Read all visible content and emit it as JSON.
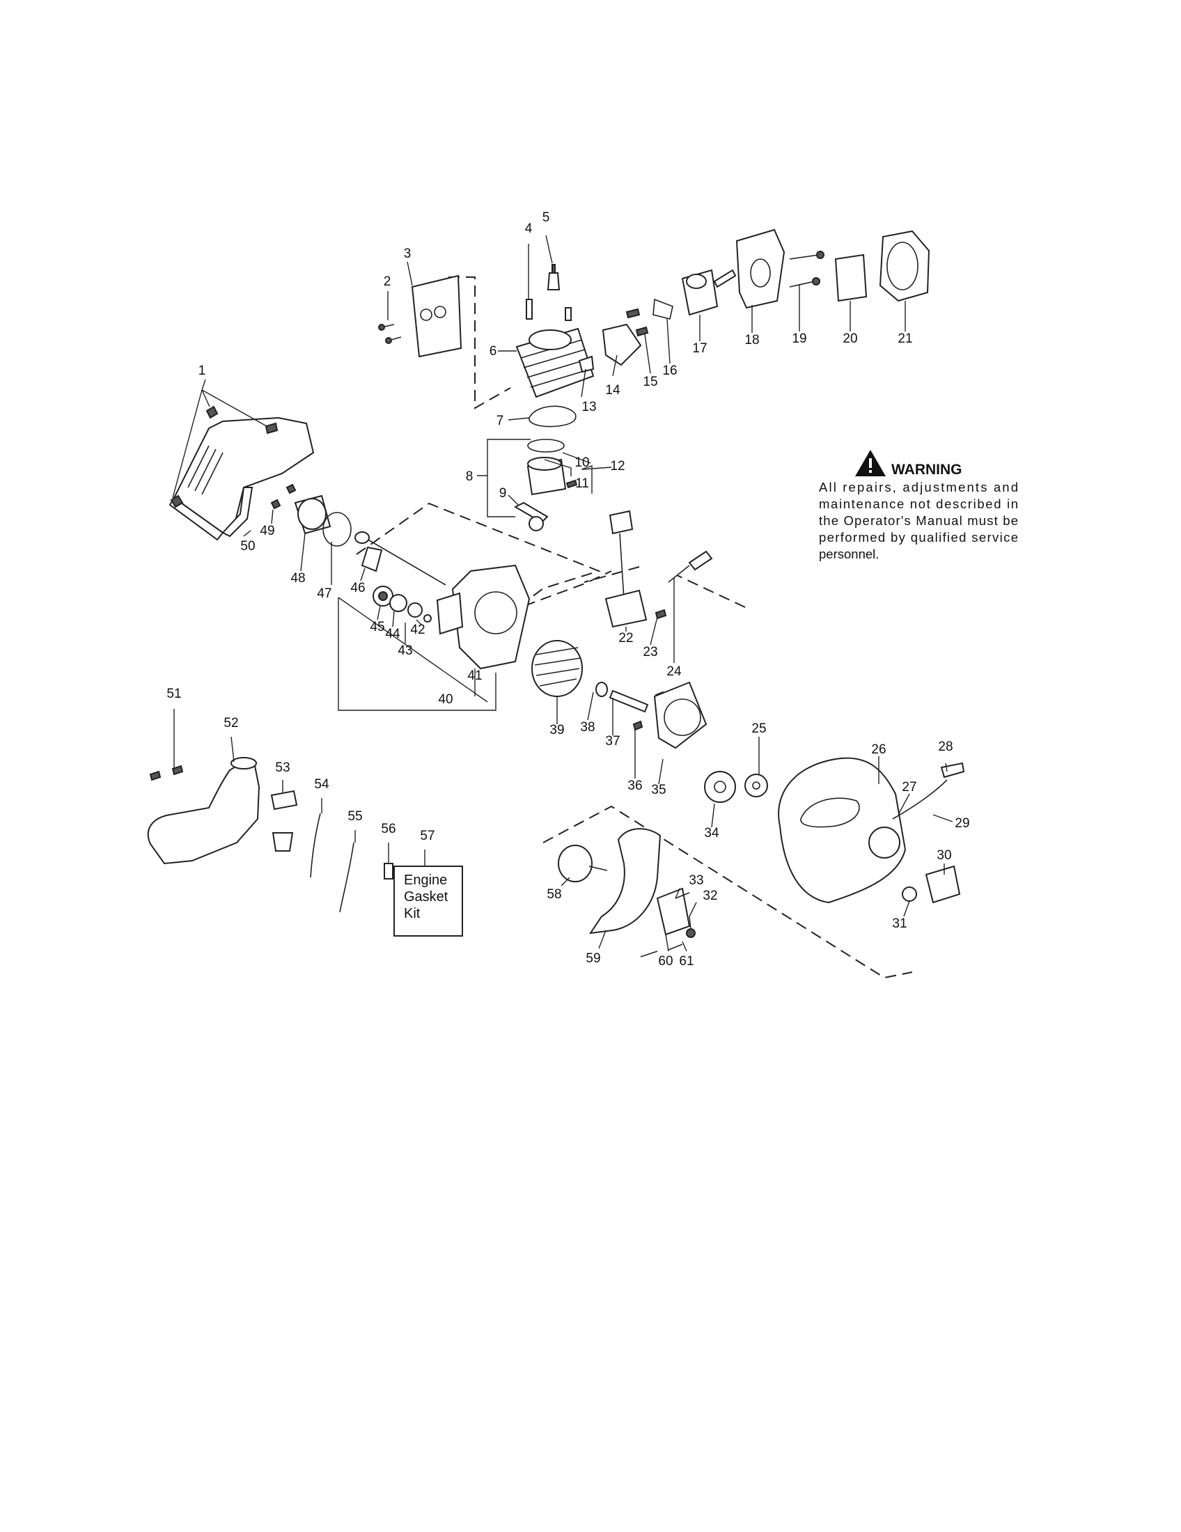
{
  "warning": {
    "title": "WARNING",
    "lines": [
      "All repairs, adjustments and",
      "maintenance not described in",
      "the Operator's Manual must be",
      "performed by qualified service",
      "personnel."
    ]
  },
  "kit_box": {
    "lines": [
      "Engine",
      "Gasket",
      "Kit"
    ]
  },
  "callouts": [
    "1",
    "2",
    "3",
    "4",
    "5",
    "6",
    "7",
    "8",
    "9",
    "10",
    "11",
    "12",
    "13",
    "14",
    "15",
    "16",
    "17",
    "18",
    "19",
    "20",
    "21",
    "22",
    "23",
    "24",
    "25",
    "26",
    "27",
    "28",
    "29",
    "30",
    "31",
    "32",
    "33",
    "34",
    "35",
    "36",
    "37",
    "38",
    "39",
    "40",
    "41",
    "42",
    "43",
    "44",
    "45",
    "46",
    "47",
    "48",
    "49",
    "50",
    "51",
    "52",
    "53",
    "54",
    "55",
    "56",
    "57",
    "58",
    "59",
    "60",
    "61"
  ]
}
